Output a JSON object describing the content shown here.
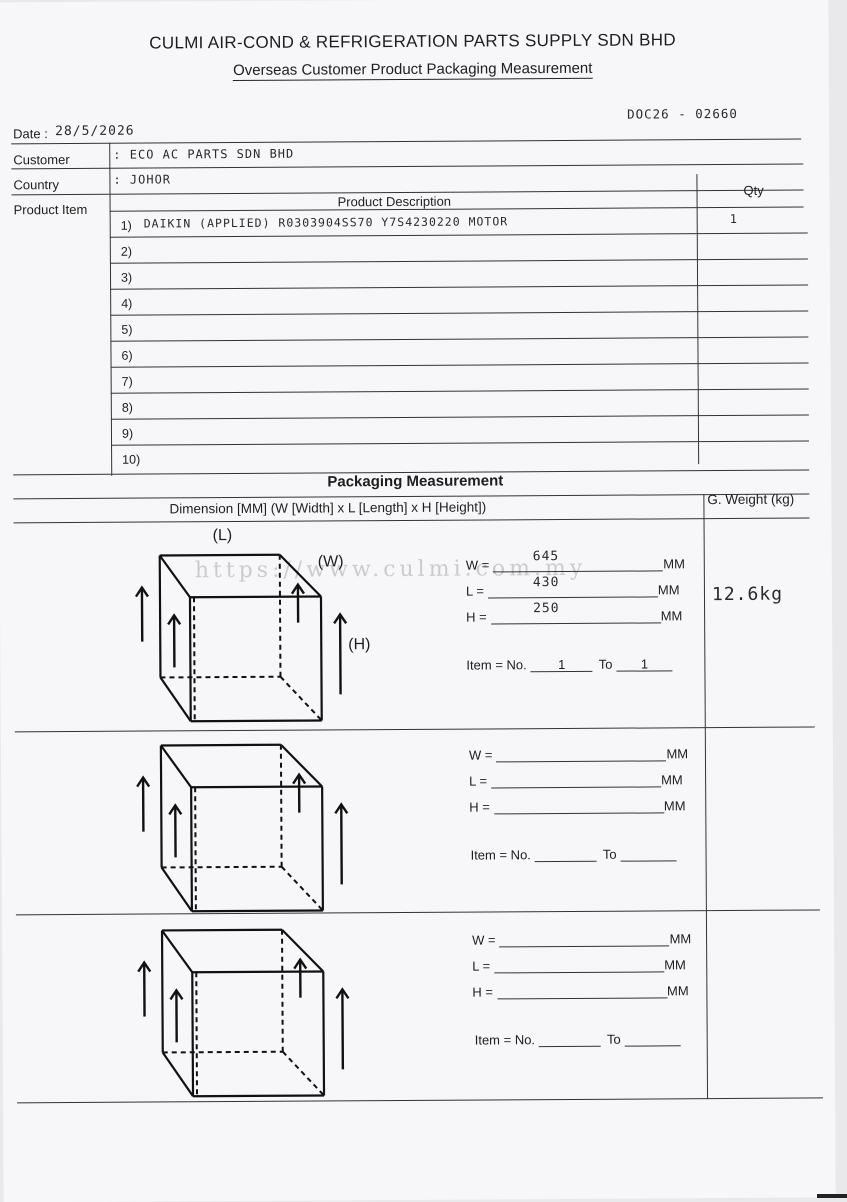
{
  "header": {
    "company": "CULMI AIR-COND & REFRIGERATION PARTS SUPPLY SDN BHD",
    "subtitle": "Overseas Customer Product Packaging Measurement"
  },
  "info": {
    "date_label": "Date :",
    "date_value": "28/5/2026",
    "doc_no": "DOC26 - 02660",
    "customer_label": "Customer",
    "customer_value": ": ECO AC PARTS SDN BHD",
    "country_label": "Country",
    "country_value": ": JOHOR",
    "product_item_label": "Product Item"
  },
  "product_table": {
    "col_description": "Product Description",
    "col_qty": "Qty",
    "rows": [
      {
        "num": "1)",
        "desc": "DAIKIN (APPLIED) R0303904SS70  Y7S4230220 MOTOR",
        "qty": "1"
      },
      {
        "num": "2)",
        "desc": "",
        "qty": ""
      },
      {
        "num": "3)",
        "desc": "",
        "qty": ""
      },
      {
        "num": "4)",
        "desc": "",
        "qty": ""
      },
      {
        "num": "5)",
        "desc": "",
        "qty": ""
      },
      {
        "num": "6)",
        "desc": "",
        "qty": ""
      },
      {
        "num": "7)",
        "desc": "",
        "qty": ""
      },
      {
        "num": "8)",
        "desc": "",
        "qty": ""
      },
      {
        "num": "9)",
        "desc": "",
        "qty": ""
      },
      {
        "num": "10)",
        "desc": "",
        "qty": ""
      }
    ]
  },
  "packaging": {
    "title": "Packaging Measurement",
    "dimension_header": "Dimension [MM] (W [Width] x L [Length] x H [Height])",
    "weight_header": "G. Weight (kg)",
    "watermark": "https://www.culmi.com.my",
    "cube_labels": {
      "l": "(L)",
      "w": "(W)",
      "h": "(H)"
    },
    "field_labels": {
      "w": "W =",
      "l": "L =",
      "h": "H =",
      "mm": "MM",
      "item": "Item = No.",
      "to": "To"
    },
    "boxes": [
      {
        "w": "645",
        "l": "430",
        "h": "250",
        "item_from": "1",
        "item_to": "1",
        "weight": "12.6kg"
      },
      {
        "w": "",
        "l": "",
        "h": "",
        "item_from": "",
        "item_to": "",
        "weight": ""
      },
      {
        "w": "",
        "l": "",
        "h": "",
        "item_from": "",
        "item_to": "",
        "weight": ""
      }
    ]
  }
}
